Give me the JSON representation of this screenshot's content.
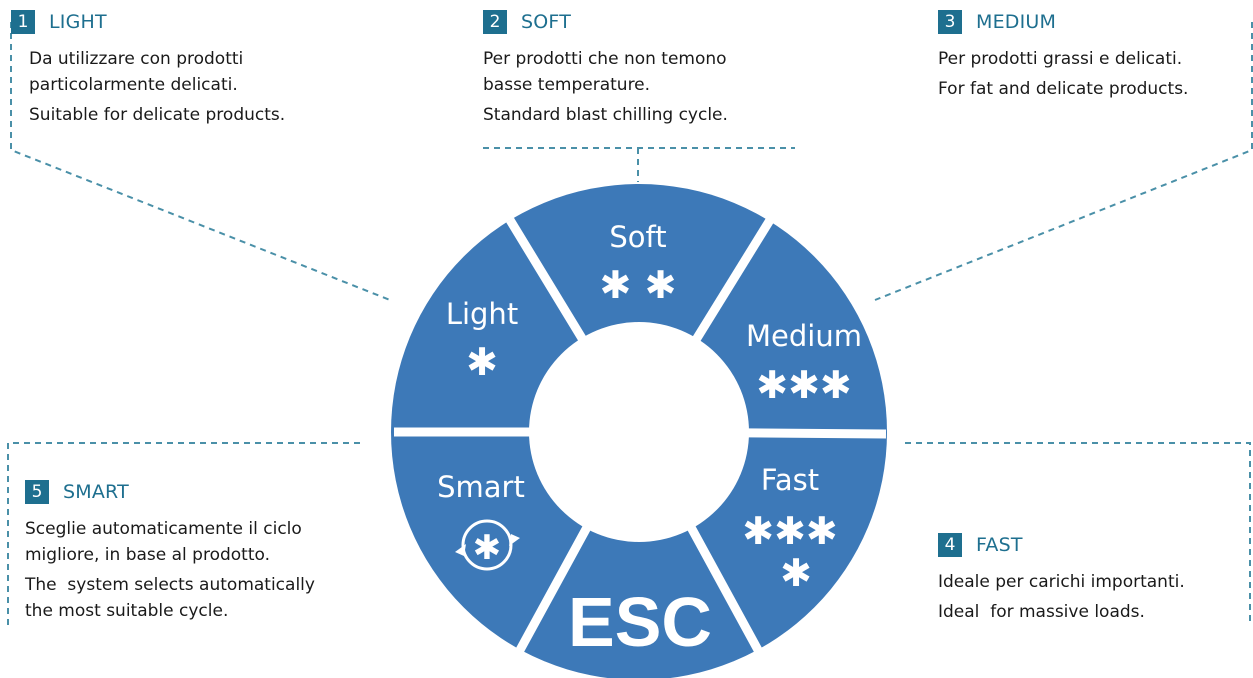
{
  "sections": [
    {
      "num": "1",
      "title": "LIGHT",
      "it": [
        "Da utilizzare con prodotti",
        "particolarmente delicati."
      ],
      "en": [
        "Suitable for delicate products."
      ]
    },
    {
      "num": "2",
      "title": "SOFT",
      "it": [
        "Per prodotti che non temono",
        "basse temperature."
      ],
      "en": [
        "Standard blast chilling cycle."
      ]
    },
    {
      "num": "3",
      "title": "MEDIUM",
      "it": [
        "Per prodotti grassi e delicati."
      ],
      "en": [
        "For fat and delicate products."
      ]
    },
    {
      "num": "4",
      "title": "FAST",
      "it": [
        "Ideale per carichi importanti."
      ],
      "en": [
        "Ideal  for massive loads."
      ]
    },
    {
      "num": "5",
      "title": "SMART",
      "it": [
        "Sceglie automaticamente il ciclo",
        "migliore, in base al prodotto."
      ],
      "en": [
        "The  system selects automatically",
        "the most suitable cycle."
      ]
    }
  ],
  "wheel": {
    "segments": [
      {
        "id": "light",
        "label": "Light",
        "icon": "one-snowflake-icon"
      },
      {
        "id": "soft",
        "label": "Soft",
        "icon": "two-snowflakes-icon"
      },
      {
        "id": "medium",
        "label": "Medium",
        "icon": "three-snowflakes-icon"
      },
      {
        "id": "fast",
        "label": "Fast",
        "icon": "four-snowflakes-icon"
      },
      {
        "id": "smart",
        "label": "Smart",
        "icon": "cycling-snowflake-icon"
      }
    ],
    "esc_label": "ESC"
  },
  "colors": {
    "segment": "#3d79b8",
    "accent": "#1e6f8f",
    "dashed": "#4a90a8"
  }
}
